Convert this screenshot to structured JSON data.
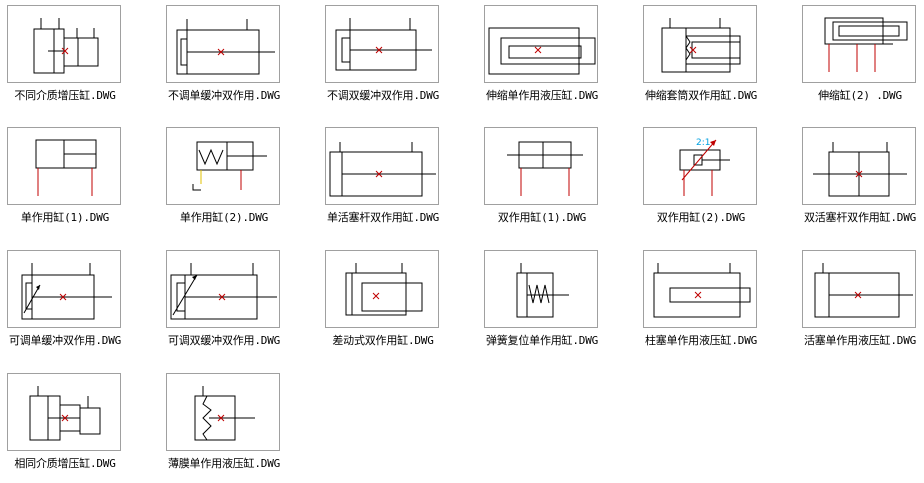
{
  "files": [
    {
      "label": "不同介质增压缸.DWG",
      "icon": "booster-cylinder-different-media-icon"
    },
    {
      "label": "不调单缓冲双作用.DWG",
      "icon": "double-acting-single-cushion-icon"
    },
    {
      "label": "不调双缓冲双作用.DWG",
      "icon": "double-acting-double-cushion-icon"
    },
    {
      "label": "伸缩单作用液压缸.DWG",
      "icon": "telescopic-single-acting-icon"
    },
    {
      "label": "伸缩套筒双作用缸.DWG",
      "icon": "telescopic-sleeve-double-acting-icon"
    },
    {
      "label": "伸缩缸(2) .DWG",
      "icon": "telescopic-cylinder-2-icon"
    },
    {
      "label": "单作用缸(1).DWG",
      "icon": "single-acting-cylinder-1-icon"
    },
    {
      "label": "单作用缸(2).DWG",
      "icon": "single-acting-cylinder-2-icon"
    },
    {
      "label": "单活塞杆双作用缸.DWG",
      "icon": "single-rod-double-acting-icon"
    },
    {
      "label": "双作用缸(1).DWG",
      "icon": "double-acting-cylinder-1-icon"
    },
    {
      "label": "双作用缸(2).DWG",
      "icon": "double-acting-cylinder-2-icon"
    },
    {
      "label": "双活塞杆双作用缸.DWG",
      "icon": "double-rod-double-acting-icon"
    },
    {
      "label": "可调单缓冲双作用.DWG",
      "icon": "adjustable-single-cushion-icon"
    },
    {
      "label": "可调双缓冲双作用.DWG",
      "icon": "adjustable-double-cushion-icon"
    },
    {
      "label": "差动式双作用缸.DWG",
      "icon": "differential-double-acting-icon"
    },
    {
      "label": "弹簧复位单作用缸.DWG",
      "icon": "spring-return-single-acting-icon"
    },
    {
      "label": "柱塞单作用液压缸.DWG",
      "icon": "plunger-single-acting-icon"
    },
    {
      "label": "活塞单作用液压缸.DWG",
      "icon": "piston-single-acting-icon"
    },
    {
      "label": "相同介质增压缸.DWG",
      "icon": "booster-cylinder-same-media-icon"
    },
    {
      "label": "薄膜单作用液压缸.DWG",
      "icon": "diaphragm-single-acting-icon"
    }
  ],
  "annotations": {
    "ratio": "2:1"
  },
  "colors": {
    "stroke": "#000000",
    "accent": "#c00000",
    "annotation": "#00a0e0",
    "spring": "#e0c000"
  }
}
